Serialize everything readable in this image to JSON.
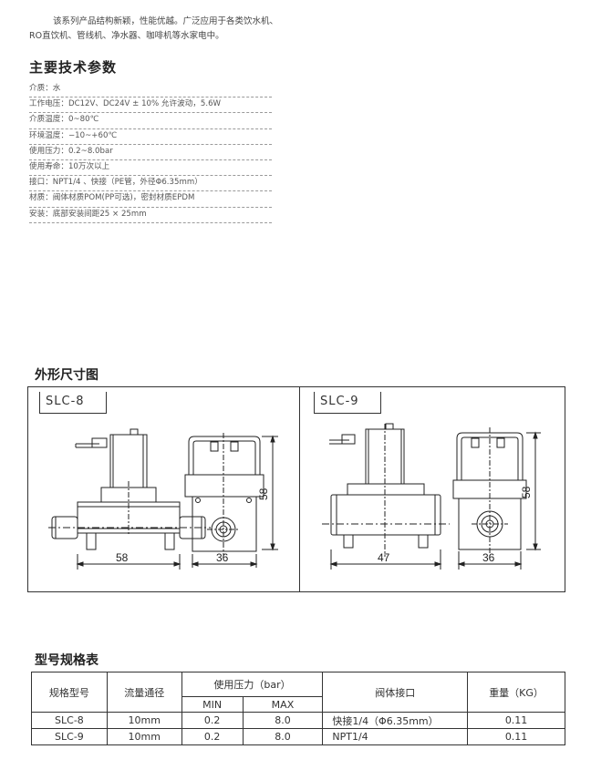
{
  "intro": {
    "line1": "该系列产品结构新颖，性能优越。广泛应用于各类饮水机、",
    "line2": "RO直饮机、管线机、净水器、咖啡机等水家电中。"
  },
  "spec_heading": "主要技术参数",
  "params": [
    "介质：水",
    "工作电压：DC12V、DC24V ± 10% 允许波动，5.6W",
    "介质温度：0~80℃",
    "环境温度：−10~+60℃",
    "使用压力：0.2~8.0bar",
    "使用寿命：10万次以上",
    "接口：NPT1/4 、快接（PE管，外径Φ6.35mm）",
    "材质：阀体材质POM(PP可选)，密封材质EPDM",
    "安装：底部安装间距25 × 25mm"
  ],
  "dimension_heading": "外形尺寸图",
  "drawings": {
    "left_model": "SLC-8",
    "right_model": "SLC-9",
    "slc8_width": "58",
    "slc8_depth": "36",
    "slc8_height": "58",
    "slc9_width": "47",
    "slc9_depth": "36",
    "slc9_height": "58"
  },
  "table_heading": "型号规格表",
  "table": {
    "headers": {
      "model": "规格型号",
      "flow": "流量通径",
      "pressure": "使用压力（bar）",
      "min": "MIN",
      "max": "MAX",
      "port": "阀体接口",
      "weight": "重量（KG）"
    },
    "rows": [
      {
        "model": "SLC-8",
        "flow": "10mm",
        "min": "0.2",
        "max": "8.0",
        "port": "快接1/4（Φ6.35mm）",
        "weight": "0.11"
      },
      {
        "model": "SLC-9",
        "flow": "10mm",
        "min": "0.2",
        "max": "8.0",
        "port": "NPT1/4",
        "weight": "0.11"
      }
    ]
  }
}
